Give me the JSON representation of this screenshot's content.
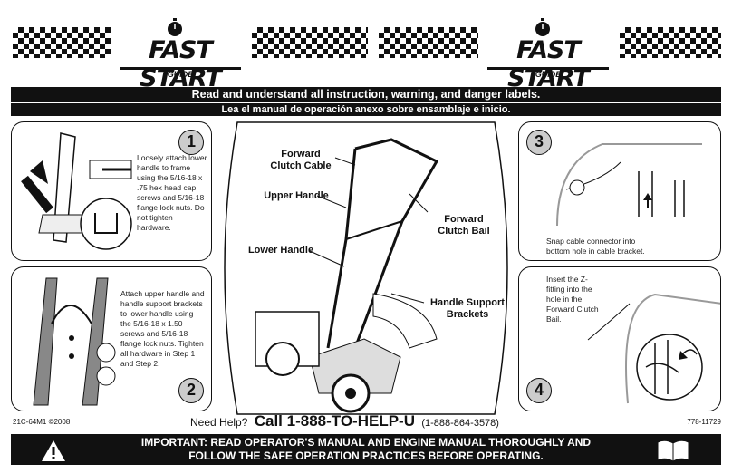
{
  "logo": {
    "title": "FAST START",
    "subtitle": "GUIDE"
  },
  "banner": {
    "english": "Read and understand all instruction, warning, and danger labels.",
    "spanish": "Lea el manual de operación anexo sobre ensamblaje e inicio."
  },
  "steps": [
    {
      "number": "1",
      "text": "Loosely attach lower handle to frame using the 5/16-18 x .75 hex head cap screws and 5/16-18 flange lock nuts. Do not tighten hardware."
    },
    {
      "number": "2",
      "text": "Attach upper handle and handle support brackets to lower handle using the 5/16-18 x 1.50 screws and 5/16-18 flange lock nuts. Tighten all hardware in Step 1 and Step 2."
    },
    {
      "number": "3",
      "text": "Snap cable connector into bottom hole in cable bracket."
    },
    {
      "number": "4",
      "text": "Insert the Z-fitting into the hole in the Forward Clutch Bail."
    }
  ],
  "callouts": {
    "forward_clutch_cable": "Forward\nClutch Cable",
    "upper_handle": "Upper Handle",
    "forward_clutch_bail": "Forward\nClutch Bail",
    "lower_handle": "Lower Handle",
    "handle_support_brackets": "Handle Support\nBrackets"
  },
  "footer": {
    "part_code": "21C-64M1 ©2008",
    "doc_number": "778-11729",
    "need_help": "Need Help?",
    "call": "Call 1-888-TO-HELP-U",
    "alt_number": "(1-888-864-3578)"
  },
  "important": {
    "line1": "IMPORTANT: READ OPERATOR'S MANUAL AND ENGINE MANUAL THOROUGHLY AND",
    "line2": "FOLLOW THE SAFE OPERATION PRACTICES BEFORE OPERATING."
  },
  "icons": [
    "stopwatch-icon",
    "warning-icon",
    "manual-book-icon",
    "arrow-icon"
  ]
}
